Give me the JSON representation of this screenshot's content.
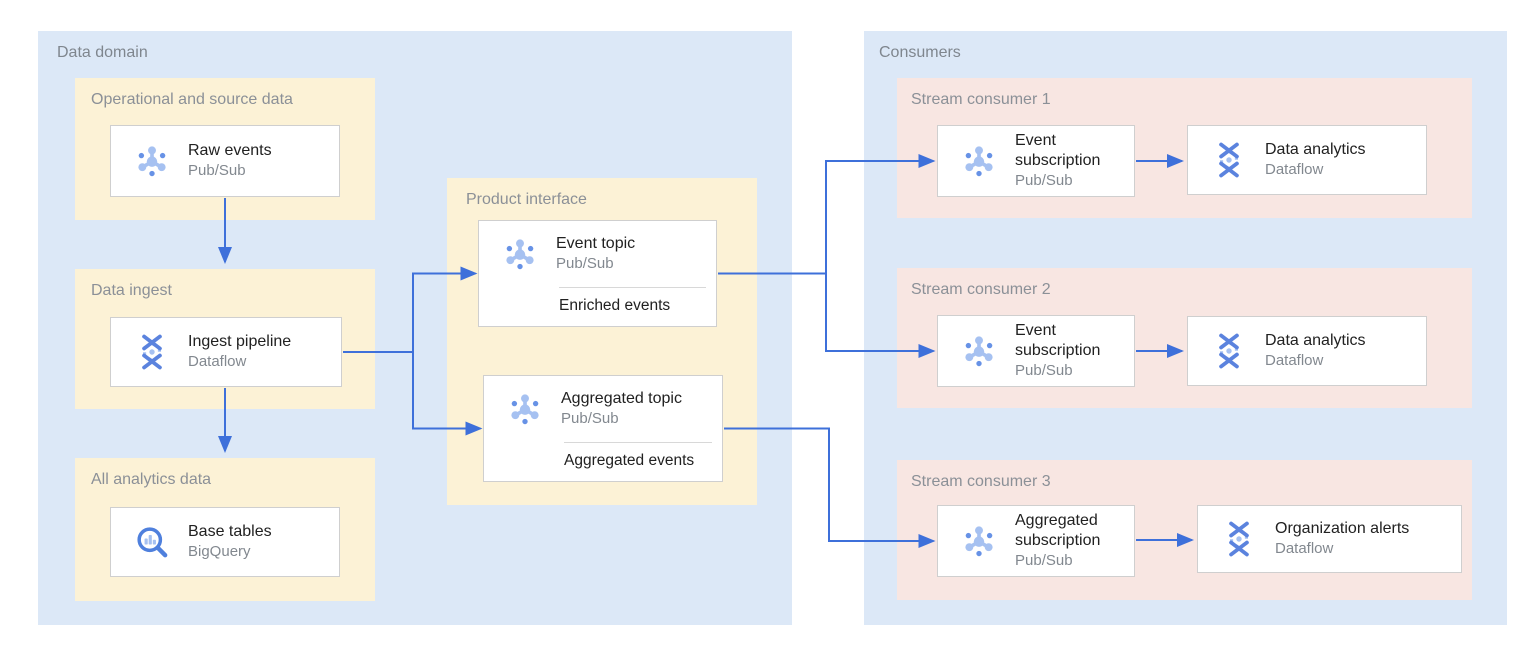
{
  "colors": {
    "panel_blue": "#dce8f7",
    "group_yellow": "#fcf2d6",
    "group_pink": "#f8e6e2",
    "arrow_blue": "#3e70da",
    "card_border": "#cfcfcf",
    "label_gray": "#8b9097",
    "title_dark": "#212121",
    "subtitle_gray": "#82888f",
    "icon_light_blue": "#a6c1f1",
    "icon_accent_blue": "#6792e6",
    "icon_stroke_blue": "#4f80dd"
  },
  "icons": {
    "pubsub": "pubsub-icon",
    "dataflow": "dataflow-icon",
    "bigquery": "bigquery-icon"
  },
  "panels": {
    "data_domain": {
      "label": "Data domain",
      "groups": {
        "operational": {
          "label": "Operational and source data",
          "card": {
            "title": "Raw events",
            "subtitle": "Pub/Sub"
          }
        },
        "ingest": {
          "label": "Data ingest",
          "card": {
            "title": "Ingest pipeline",
            "subtitle": "Dataflow"
          }
        },
        "analytics": {
          "label": "All analytics data",
          "card": {
            "title": "Base tables",
            "subtitle": "BigQuery"
          }
        },
        "product_interface": {
          "label": "Product interface",
          "event_topic": {
            "title": "Event topic",
            "subtitle": "Pub/Sub",
            "note": "Enriched events"
          },
          "aggregated_topic": {
            "title": "Aggregated topic",
            "subtitle": "Pub/Sub",
            "note": "Aggregated events"
          }
        }
      }
    },
    "consumers": {
      "label": "Consumers",
      "groups": {
        "sc1": {
          "label": "Stream consumer 1",
          "subscription": {
            "title": "Event subscription",
            "subtitle": "Pub/Sub"
          },
          "processor": {
            "title": "Data analytics",
            "subtitle": "Dataflow"
          }
        },
        "sc2": {
          "label": "Stream consumer 2",
          "subscription": {
            "title": "Event subscription",
            "subtitle": "Pub/Sub"
          },
          "processor": {
            "title": "Data analytics",
            "subtitle": "Dataflow"
          }
        },
        "sc3": {
          "label": "Stream consumer 3",
          "subscription": {
            "title": "Aggregated subscription",
            "subtitle": "Pub/Sub"
          },
          "processor": {
            "title": "Organization alerts",
            "subtitle": "Dataflow"
          }
        }
      }
    }
  }
}
